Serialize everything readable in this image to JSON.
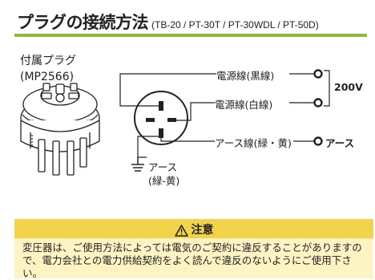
{
  "header": {
    "title": "プラグの接続方法",
    "models": "(TB-20 / PT-30T / PT-30WDL / PT-50D)"
  },
  "plug": {
    "label_line1": "付属プラグ",
    "label_line2": "(MP2566)"
  },
  "wiring": {
    "wire1": "電源線(黒線)",
    "wire2": "電源線(白線)",
    "voltage": "200V",
    "earth_wire": "アース線(緑・黄)",
    "earth_terminal": "アース",
    "ground_label_line1": "アース",
    "ground_label_line2": "(緑-黄)"
  },
  "notice": {
    "heading": "注意",
    "body": "変圧器は、ご使用方法によっては電気のご契約に違反することがありますので、電力会社との電力供給契約をよく読んで違反のないようにご使用下さい。",
    "colors": {
      "header_bg": "#f3d34a",
      "body_bg": "#fdf3c3"
    }
  },
  "accent_color": "#8dbb3d"
}
